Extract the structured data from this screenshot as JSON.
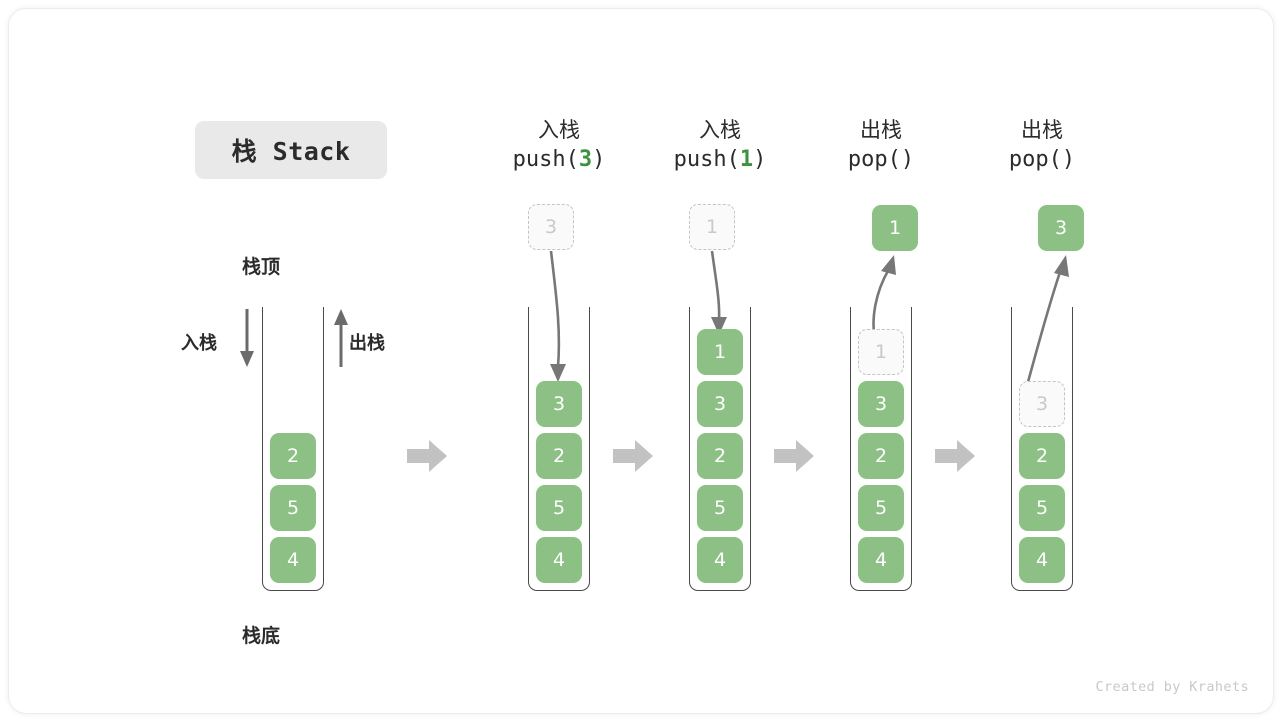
{
  "title": {
    "badge_label": "栈 Stack"
  },
  "legend": {
    "top_label": "栈顶",
    "bottom_label": "栈底",
    "push_marker": "入栈",
    "pop_marker": "出栈"
  },
  "footer": {
    "credit": "Created by Krahets"
  },
  "colors": {
    "element_green": "#8cc084",
    "code_accent_green": "#3d9140",
    "ghost_border": "#c4c4c4",
    "ghost_text": "#c9c9c9",
    "container_stroke": "#4a4a4a",
    "arrow_gray": "#808080",
    "block_arrow_gray": "#c2c2c2",
    "badge_bg": "#e9e9e9"
  },
  "columns": [
    {
      "id": "initial",
      "header_cn": "",
      "header_code": "",
      "stack": [
        "2",
        "5",
        "4"
      ],
      "floating": null,
      "ghost_in_stack": null
    },
    {
      "id": "push-3",
      "header_cn": "入栈",
      "header_code_prefix": "push(",
      "header_code_num": "3",
      "header_code_suffix": ")",
      "stack": [
        "3",
        "2",
        "5",
        "4"
      ],
      "floating": {
        "value": "3",
        "style": "ghost"
      },
      "ghost_in_stack": null
    },
    {
      "id": "push-1",
      "header_cn": "入栈",
      "header_code_prefix": "push(",
      "header_code_num": "1",
      "header_code_suffix": ")",
      "stack": [
        "1",
        "3",
        "2",
        "5",
        "4"
      ],
      "floating": {
        "value": "1",
        "style": "ghost"
      },
      "ghost_in_stack": null
    },
    {
      "id": "pop-1",
      "header_cn": "出栈",
      "header_code_prefix": "pop(",
      "header_code_num": "",
      "header_code_suffix": ")",
      "stack": [
        "3",
        "2",
        "5",
        "4"
      ],
      "floating": {
        "value": "1",
        "style": "filled"
      },
      "ghost_in_stack": "1"
    },
    {
      "id": "pop-3",
      "header_cn": "出栈",
      "header_code_prefix": "pop(",
      "header_code_num": "",
      "header_code_suffix": ")",
      "stack": [
        "2",
        "5",
        "4"
      ],
      "floating": {
        "value": "3",
        "style": "filled"
      },
      "ghost_in_stack": "3"
    }
  ]
}
